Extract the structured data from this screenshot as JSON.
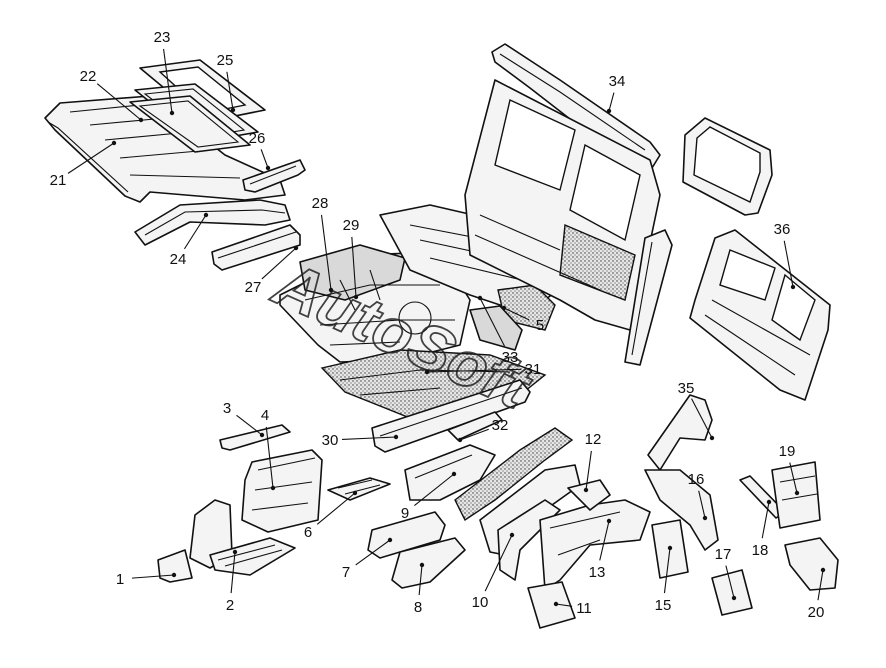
{
  "watermark": "AutoSoft",
  "callouts": [
    {
      "n": "1"
    },
    {
      "n": "2"
    },
    {
      "n": "3"
    },
    {
      "n": "4"
    },
    {
      "n": "5"
    },
    {
      "n": "6"
    },
    {
      "n": "7"
    },
    {
      "n": "8"
    },
    {
      "n": "9"
    },
    {
      "n": "10"
    },
    {
      "n": "11"
    },
    {
      "n": "12"
    },
    {
      "n": "13"
    },
    {
      "n": "15"
    },
    {
      "n": "16"
    },
    {
      "n": "17"
    },
    {
      "n": "18"
    },
    {
      "n": "19"
    },
    {
      "n": "20"
    },
    {
      "n": "21"
    },
    {
      "n": "22"
    },
    {
      "n": "23"
    },
    {
      "n": "24"
    },
    {
      "n": "25"
    },
    {
      "n": "26"
    },
    {
      "n": "27"
    },
    {
      "n": "28"
    },
    {
      "n": "29"
    },
    {
      "n": "30"
    },
    {
      "n": "31"
    },
    {
      "n": "32"
    },
    {
      "n": "33"
    },
    {
      "n": "34"
    },
    {
      "n": "35"
    },
    {
      "n": "36"
    }
  ]
}
